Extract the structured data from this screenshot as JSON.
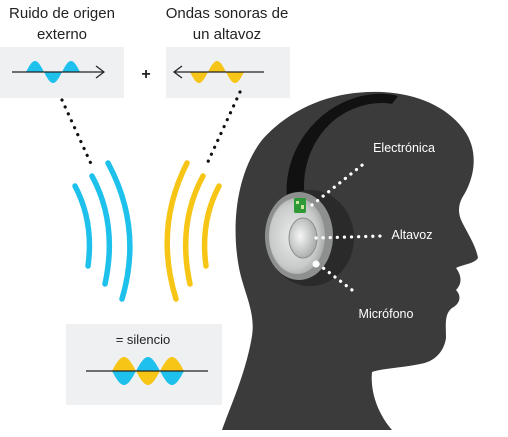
{
  "labels": {
    "external_noise": [
      "Ruido de origen",
      "externo"
    ],
    "speaker_waves": [
      "Ondas sonoras de",
      "un altavoz"
    ],
    "plus": "+",
    "silence": "= silencio",
    "electronics": "Electrónica",
    "speaker": "Altavoz",
    "microphone": "Micrófono"
  },
  "colors": {
    "noise_wave": "#1ec0ec",
    "anti_noise_wave": "#f6c515",
    "panel_background": "#eef0f2",
    "head": "#3b3b3b",
    "headband": "#101010",
    "ear_cup_ring": "#9a9a9a",
    "ear_cup_inner": "#d4d6d6",
    "circuit_board": "#2f9a35",
    "callout_dots": "#ffffff",
    "label_dark_bg": "#ffffff",
    "label_light_bg": "#222222"
  },
  "icons": {
    "noise_arrow": "arrow-right-icon",
    "anti_noise_arrow": "arrow-left-icon",
    "head": "head-silhouette-icon",
    "headphone": "headphone-icon"
  }
}
